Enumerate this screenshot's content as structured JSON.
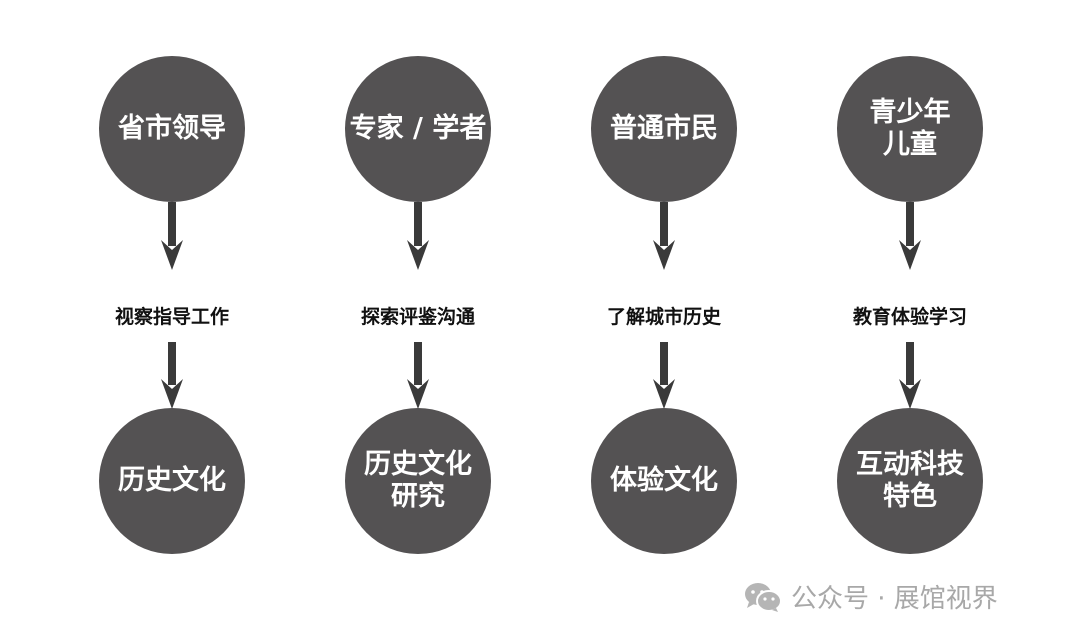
{
  "colors": {
    "circle": "#545253",
    "arrow": "#3a3a3a",
    "watermark": "#a8a8a8"
  },
  "columns": [
    {
      "top": "省市领导",
      "middle": "视察指导工作",
      "bottom": "历史文化"
    },
    {
      "top": "专家 / 学者",
      "middle": "探索评鉴沟通",
      "bottom": "历史文化\n研究"
    },
    {
      "top": "普通市民",
      "middle": "了解城市历史",
      "bottom": "体验文化"
    },
    {
      "top": "青少年\n儿童",
      "middle": "教育体验学习",
      "bottom": "互动科技\n特色"
    }
  ],
  "watermark": {
    "icon": "wechat-icon",
    "text": "公众号 · 展馆视界"
  }
}
